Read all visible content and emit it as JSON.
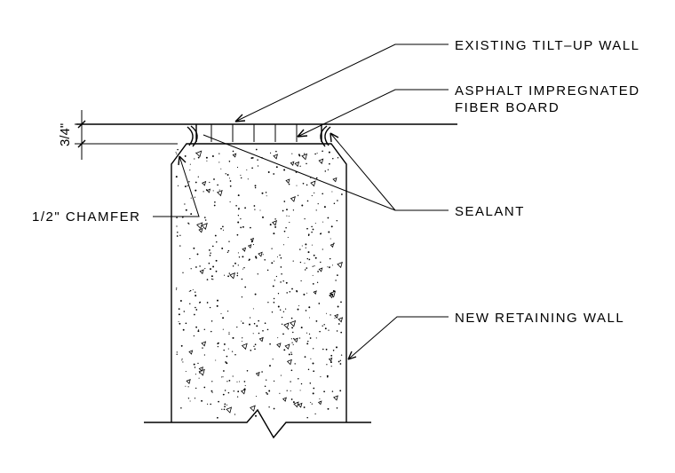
{
  "labels": {
    "existing_wall": "EXISTING TILT–UP WALL",
    "fiber_board_line1": "ASPHALT IMPREGNATED",
    "fiber_board_line2": "FIBER BOARD",
    "sealant": "SEALANT",
    "chamfer": "1/2\" CHAMFER",
    "new_wall": "NEW RETAINING WALL",
    "dimension": "3/4\""
  },
  "colors": {
    "ink": "#000000",
    "background": "#ffffff"
  }
}
